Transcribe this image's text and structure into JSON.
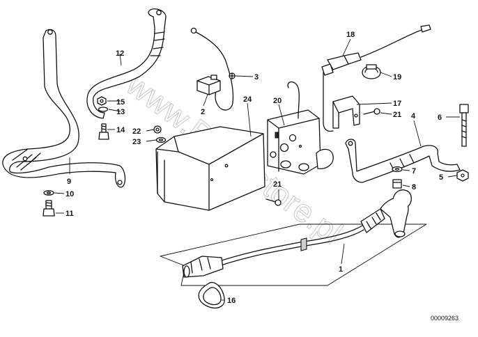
{
  "diagram": {
    "document_number": "00009263",
    "watermark": "www.BMWstore.pl",
    "callouts": [
      "1",
      "2",
      "3",
      "4",
      "5",
      "6",
      "7",
      "8",
      "9",
      "10",
      "11",
      "12",
      "13",
      "14",
      "15",
      "16",
      "17",
      "18",
      "19",
      "20",
      "21",
      "21",
      "22",
      "23",
      "24"
    ]
  }
}
